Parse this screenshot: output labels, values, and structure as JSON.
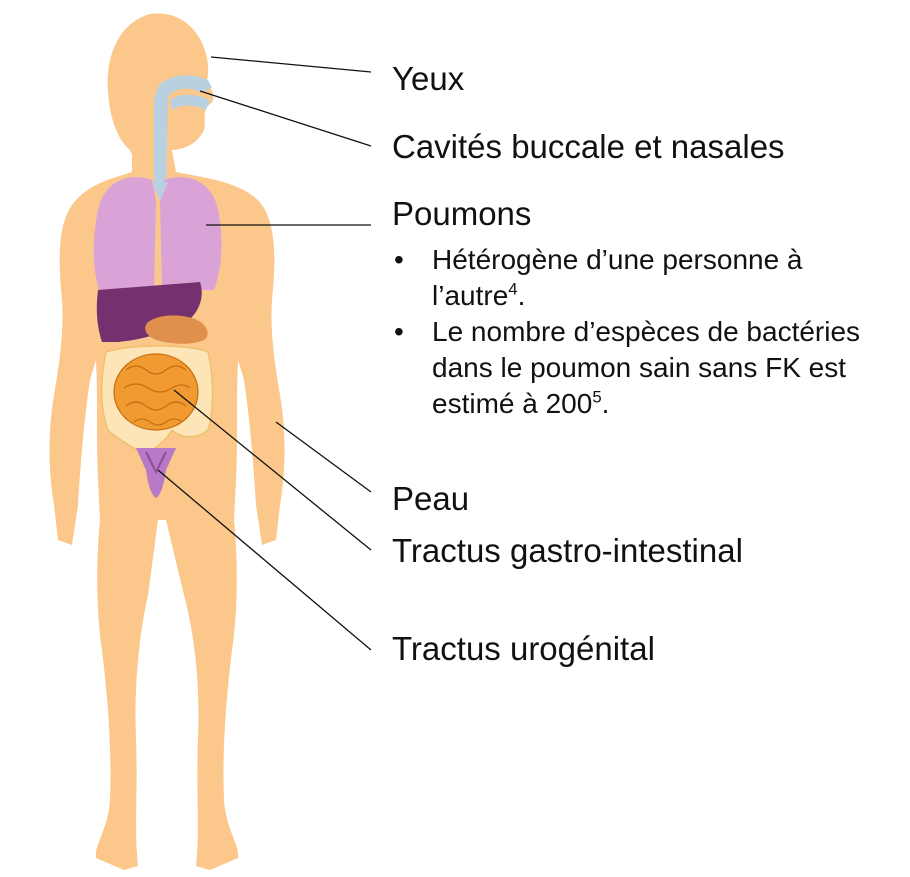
{
  "colors": {
    "skin": "#fbc78b",
    "airway": "#b8d0e0",
    "lungs": "#d9a3d8",
    "liver": "#74306f",
    "stomach": "#e08f4d",
    "large_intestine": "#fde5b7",
    "small_intestine": "#f09a31",
    "urogenital": "#b879c6",
    "leader_line": "#111111"
  },
  "labels": {
    "yeux": "Yeux",
    "cavites": "Cavités buccale et nasales",
    "poumons": "Poumons",
    "peau": "Peau",
    "tractus_gi": "Tractus gastro-intestinal",
    "tractus_urogenital": "Tractus urogénital"
  },
  "poumons_notes": [
    {
      "text": "Hétérogène d’une personne à l’autre",
      "ref": "4",
      "suffix": "."
    },
    {
      "text": "Le nombre d’espèces de bactéries dans le poumon sain sans FK est estimé à 200",
      "ref": "5",
      "suffix": "."
    }
  ]
}
